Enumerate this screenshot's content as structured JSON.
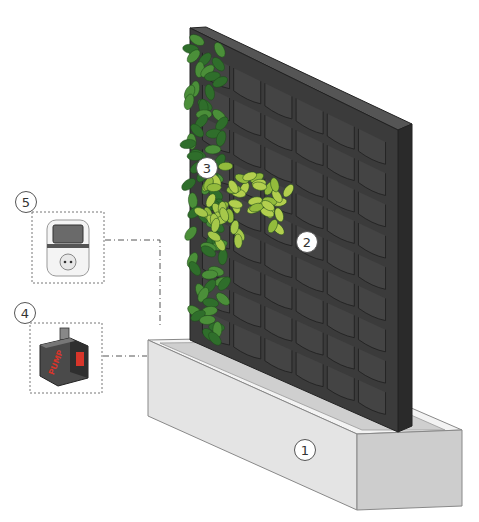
{
  "diagram": {
    "labels": [
      "5",
      "3",
      "2",
      "4",
      "PUMP",
      "1"
    ]
  }
}
